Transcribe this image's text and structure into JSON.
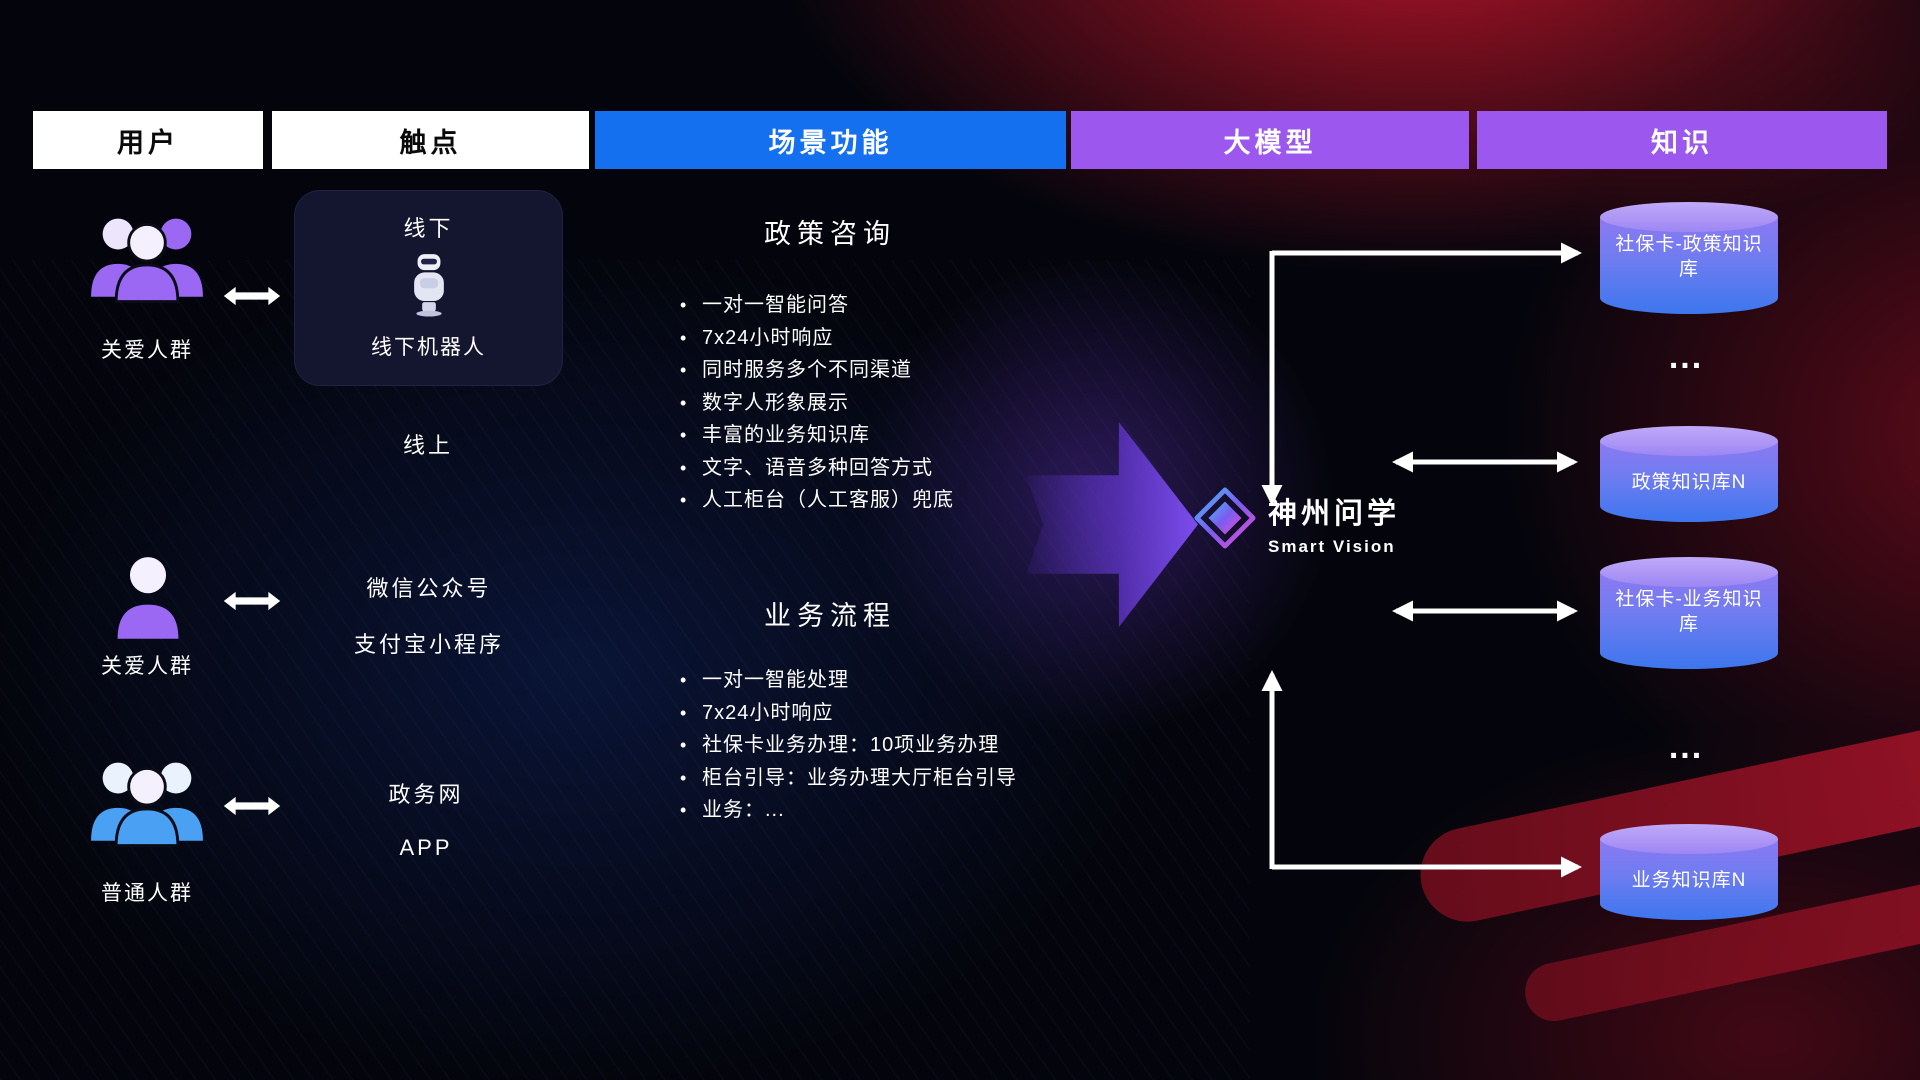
{
  "header": {
    "users": "用户",
    "touchpoints": "触点",
    "functions": "场景功能",
    "model": "大模型",
    "knowledge": "知识"
  },
  "users": {
    "group1_label": "关爱人群",
    "group2_label": "关爱人群",
    "group3_label": "普通人群"
  },
  "touchpoints": {
    "offline_title": "线下",
    "offline_robot": "线下机器人",
    "online_title": "线上",
    "wechat": "微信公众号",
    "alipay": "支付宝小程序",
    "gov": "政务网",
    "app": "APP"
  },
  "functions": {
    "policy": {
      "title": "政策咨询",
      "items": [
        "一对一智能问答",
        "7x24小时响应",
        "同时服务多个不同渠道",
        "数字人形象展示",
        "丰富的业务知识库",
        "文字、语音多种回答方式",
        "人工柜台（人工客服）兜底"
      ]
    },
    "business": {
      "title": "业务流程",
      "items": [
        "一对一智能处理",
        "7x24小时响应",
        "社保卡业务办理：10项业务办理",
        "柜台引导：业务办理大厅柜台引导",
        "业务：..."
      ]
    }
  },
  "model": {
    "brand": "神州问学",
    "subtitle": "Smart Vision"
  },
  "knowledge": {
    "db1": "社保卡-政策知识库",
    "ellipsis1": "...",
    "db2": "政策知识库N",
    "db3": "社保卡-业务知识库",
    "ellipsis2": "...",
    "db4": "业务知识库N"
  },
  "colors": {
    "header_blue": "#1570ef",
    "header_purple": "#9b57ee",
    "people_purple": "#9a68f2",
    "people_blue": "#4aa0f2",
    "cylinder_top": "#b29bf5",
    "cylinder_bottom": "#3d76ee",
    "red_glow": "#c81e32"
  }
}
